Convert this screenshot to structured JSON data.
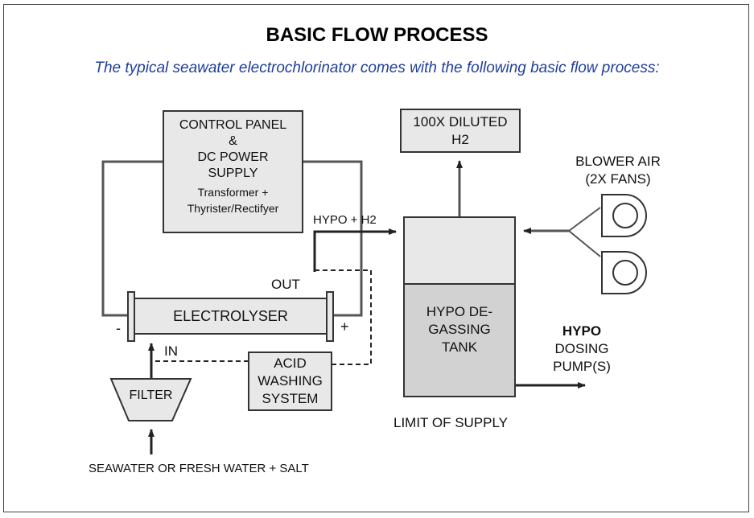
{
  "title": "BASIC FLOW PROCESS",
  "subtitle": "The typical seawater electrochlorinator comes with the following basic flow process:",
  "control_panel": {
    "lines": [
      "CONTROL PANEL",
      "&",
      "DC POWER",
      "SUPPLY"
    ],
    "sub_lines": [
      "Transformer +",
      "Thyrister/Rectifyer"
    ]
  },
  "dilute_box": {
    "lines": [
      "100X DILUTED",
      "H2"
    ]
  },
  "blower": {
    "lines": [
      "BLOWER AIR",
      "(2X FANS)"
    ]
  },
  "outlet_label": "HYPO + H2",
  "out_label": "OUT",
  "in_label": "IN",
  "electrolyser_label": "ELECTROLYSER",
  "minus_label": "-",
  "plus_label": "+",
  "acid_box": {
    "lines": [
      "ACID",
      "WASHING",
      "SYSTEM"
    ]
  },
  "filter_label": "FILTER",
  "tank": {
    "lines": [
      "HYPO DE-",
      "GASSING",
      "TANK"
    ]
  },
  "dosing": {
    "bold": "HYPO",
    "lines": [
      "DOSING",
      "PUMP(S)"
    ]
  },
  "limit_label": "LIMIT OF SUPPLY",
  "source_label": "SEAWATER OR FRESH WATER + SALT",
  "colors": {
    "subtitle": "#1f3f9a",
    "box_fill": "#e8e8e8",
    "tank_fill": "#d2d2d2",
    "line": "#555555"
  }
}
